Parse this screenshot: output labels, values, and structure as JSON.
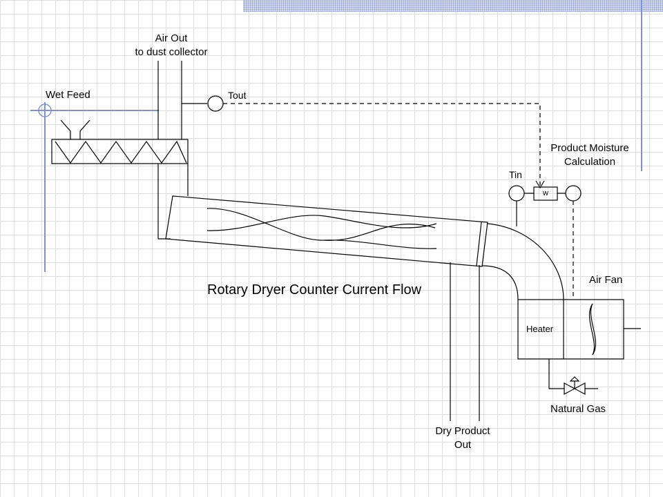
{
  "labels": {
    "air_out_line1": "Air Out",
    "air_out_line2": "to dust collector",
    "wet_feed": "Wet Feed",
    "tout": "Tout",
    "product_moisture_line1": "Product Moisture",
    "product_moisture_line2": "Calculation",
    "tin": "Tin",
    "w": "w",
    "title": "Rotary Dryer Counter Current Flow",
    "air_fan": "Air Fan",
    "heater": "Heater",
    "natural_gas": "Natural Gas",
    "dry_product_line1": "Dry Product",
    "dry_product_line2": "Out"
  },
  "colors": {
    "line": "#000000",
    "slide_accent": "#7f8fd6",
    "grid": "#dcdcdc",
    "top_band": "#d6dcf0"
  }
}
